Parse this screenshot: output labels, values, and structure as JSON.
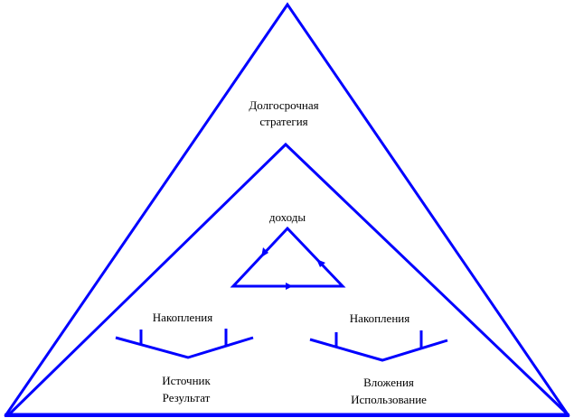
{
  "labels": {
    "strategy_line1": "Долгосрочная",
    "strategy_line2": "стратегия",
    "income": "доходы",
    "savings_left": "Накопления",
    "savings_right": "Накопления",
    "source": "Источник",
    "result": "Результат",
    "investments": "Вложения",
    "usage": "Использование"
  },
  "colors": {
    "line": "#0000ff"
  }
}
